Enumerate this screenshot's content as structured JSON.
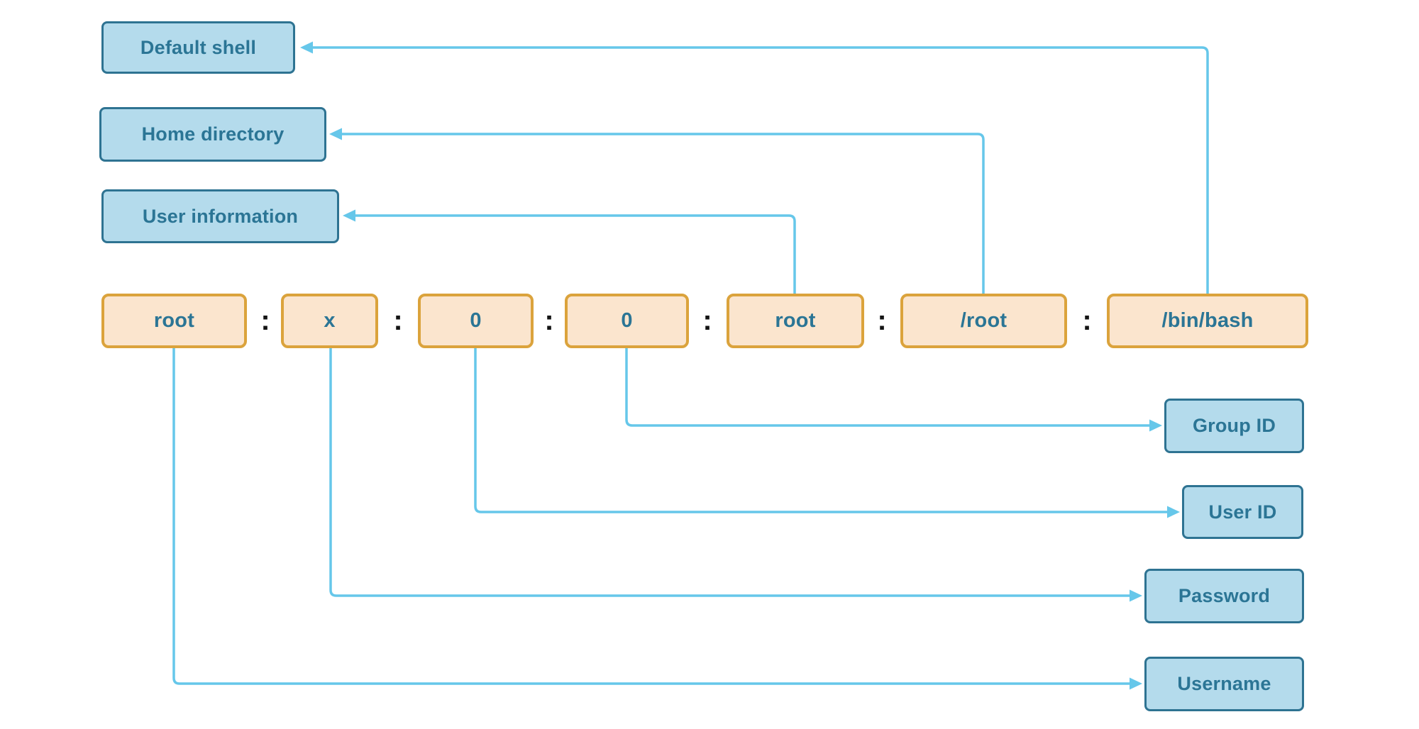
{
  "diagram_subject": "/etc/passwd record format",
  "separator": ":",
  "labels": {
    "default_shell": "Default shell",
    "home_directory": "Home directory",
    "user_information": "User information",
    "group_id": "Group ID",
    "user_id": "User ID",
    "password": "Password",
    "username": "Username"
  },
  "fields": [
    {
      "name": "username",
      "value": "root"
    },
    {
      "name": "password",
      "value": "x"
    },
    {
      "name": "user_id",
      "value": "0"
    },
    {
      "name": "group_id",
      "value": "0"
    },
    {
      "name": "user_information",
      "value": "root"
    },
    {
      "name": "home_directory",
      "value": "/root"
    },
    {
      "name": "default_shell",
      "value": "/bin/bash"
    }
  ],
  "colors": {
    "label_fill": "#b4dbec",
    "label_border": "#2e7392",
    "label_text": "#2b7595",
    "field_fill": "#fbe5ce",
    "field_border": "#dba33c",
    "field_text": "#2b7595",
    "connector": "#66c7ea",
    "separator_text": "#141414",
    "background": "#ffffff"
  }
}
